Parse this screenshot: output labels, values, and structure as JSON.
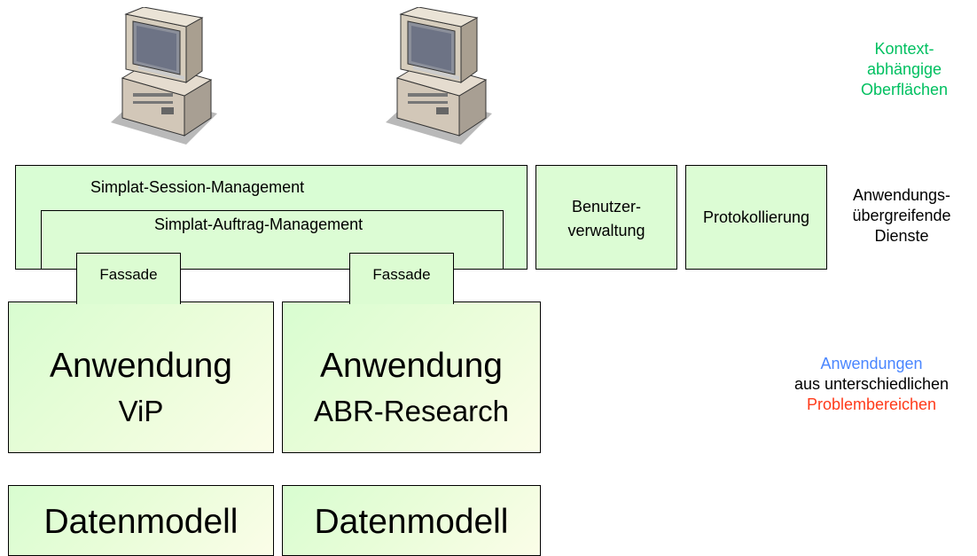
{
  "layers": {
    "ui": {
      "label_lines": [
        "Kontext-",
        "abhängige",
        "Oberflächen"
      ],
      "color": "#00c060"
    },
    "services": {
      "label_lines": [
        "Anwendungs-",
        "übergreifende",
        "Dienste"
      ]
    },
    "apps": {
      "label_lines": [
        "Anwendungen",
        "aus unterschiedlichen",
        "Problembereichen"
      ],
      "colors": [
        "#4a86ff",
        "#000000",
        "#ff3a1a"
      ]
    }
  },
  "session_management": "Simplat-Session-Management",
  "auftrag_management": "Simplat-Auftrag-Management",
  "benutzerverwaltung": [
    "Benutzer-",
    "verwaltung"
  ],
  "protokollierung": "Protokollierung",
  "facades": [
    "Fassade",
    "Fassade"
  ],
  "applications": [
    {
      "title": "Anwendung",
      "name": "ViP",
      "datamodel": "Datenmodell"
    },
    {
      "title": "Anwendung",
      "name": "ABR-Research",
      "datamodel": "Datenmodell"
    }
  ],
  "icons": [
    "computer-icon",
    "computer-icon"
  ]
}
